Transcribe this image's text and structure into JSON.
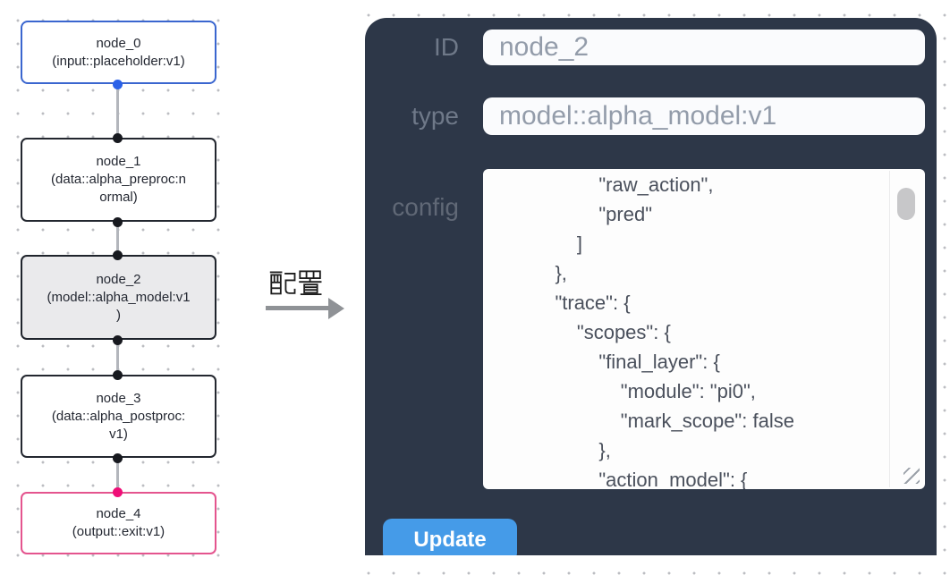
{
  "flow": {
    "nodes": [
      {
        "id": "node_0",
        "lines": [
          "node_0",
          "(input::placeholder:v1)"
        ],
        "role": "input",
        "accent": "#3a66cf",
        "selected": false
      },
      {
        "id": "node_1",
        "lines": [
          "node_1",
          "(data::alpha_preproc:n",
          "ormal)"
        ],
        "role": "data",
        "accent": "#23272f",
        "selected": false
      },
      {
        "id": "node_2",
        "lines": [
          "node_2",
          "(model::alpha_model:v1",
          ")"
        ],
        "role": "model",
        "accent": "#1f242c",
        "selected": true
      },
      {
        "id": "node_3",
        "lines": [
          "node_3",
          "(data::alpha_postproc:",
          "v1)"
        ],
        "role": "data",
        "accent": "#23272f",
        "selected": false
      },
      {
        "id": "node_4",
        "lines": [
          "node_4",
          "(output::exit:v1)"
        ],
        "role": "output",
        "accent": "#e4548e",
        "selected": false
      }
    ],
    "port_colors": {
      "default": "#17191f",
      "input_out": "#2a61e8",
      "output_in": "#ef0e77"
    }
  },
  "arrow": {
    "label": "配置"
  },
  "panel": {
    "background": "#2d3748",
    "fields": [
      {
        "label": "ID",
        "value": "node_2"
      },
      {
        "label": "type",
        "value": "model::alpha_model:v1"
      },
      {
        "label": "config",
        "value": "            \"raw_action\",\n            \"pred\"\n        ]\n    },\n    \"trace\": {\n        \"scopes\": {\n            \"final_layer\": {\n                \"module\": \"pi0\",\n                \"mark_scope\": false\n            },\n            \"action_model\": {"
      }
    ],
    "update_label": "Update",
    "button_color": "#459be8"
  }
}
